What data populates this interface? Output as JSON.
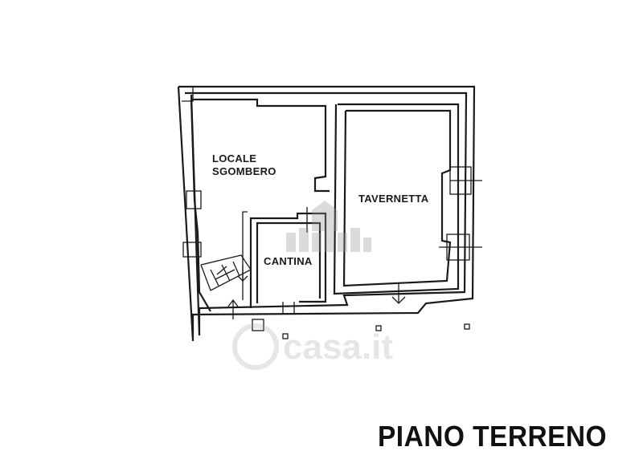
{
  "rooms": {
    "locale_sgombero_line1": "LOCALE",
    "locale_sgombero_line2": "SGOMBERO",
    "tavernetta": "TAVERNETTA",
    "cantina": "CANTINA"
  },
  "floor_title": "PIANO TERRENO",
  "watermark": "casa.it",
  "colors": {
    "ink": "#1a1a1a",
    "watermark": "#c9c9c9"
  }
}
